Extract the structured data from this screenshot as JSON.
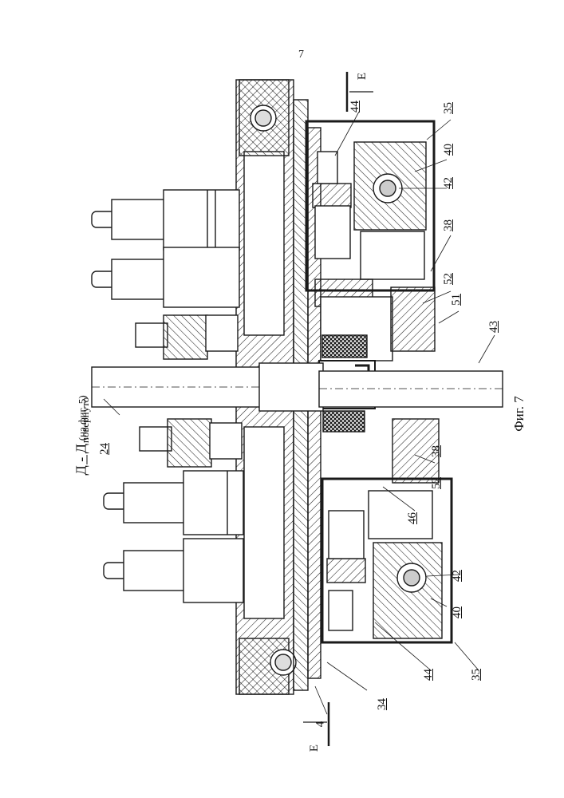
{
  "page_number": "7",
  "section_title": {
    "main": "Д - Д",
    "note": "(на фиг. 5)",
    "rotated": "повернуто"
  },
  "figure_caption": "Фиг. 7",
  "section_marks": {
    "top": "Е",
    "bottom": "Е"
  },
  "labels": {
    "l4": "4",
    "l24": "24",
    "l34": "34",
    "l35_top": "35",
    "l35_bottom": "35",
    "l38_top": "38",
    "l38_bottom": "38",
    "l40_top": "40",
    "l40_bottom": "40",
    "l42_top": "42",
    "l42_bottom": "42",
    "l43": "43",
    "l44_top": "44",
    "l44_bottom": "44",
    "l46": "46",
    "l51": "51",
    "l52_top": "52",
    "l52_bottom": "52"
  },
  "colors": {
    "ink": "#1a1a1a",
    "paper": "#ffffff"
  }
}
